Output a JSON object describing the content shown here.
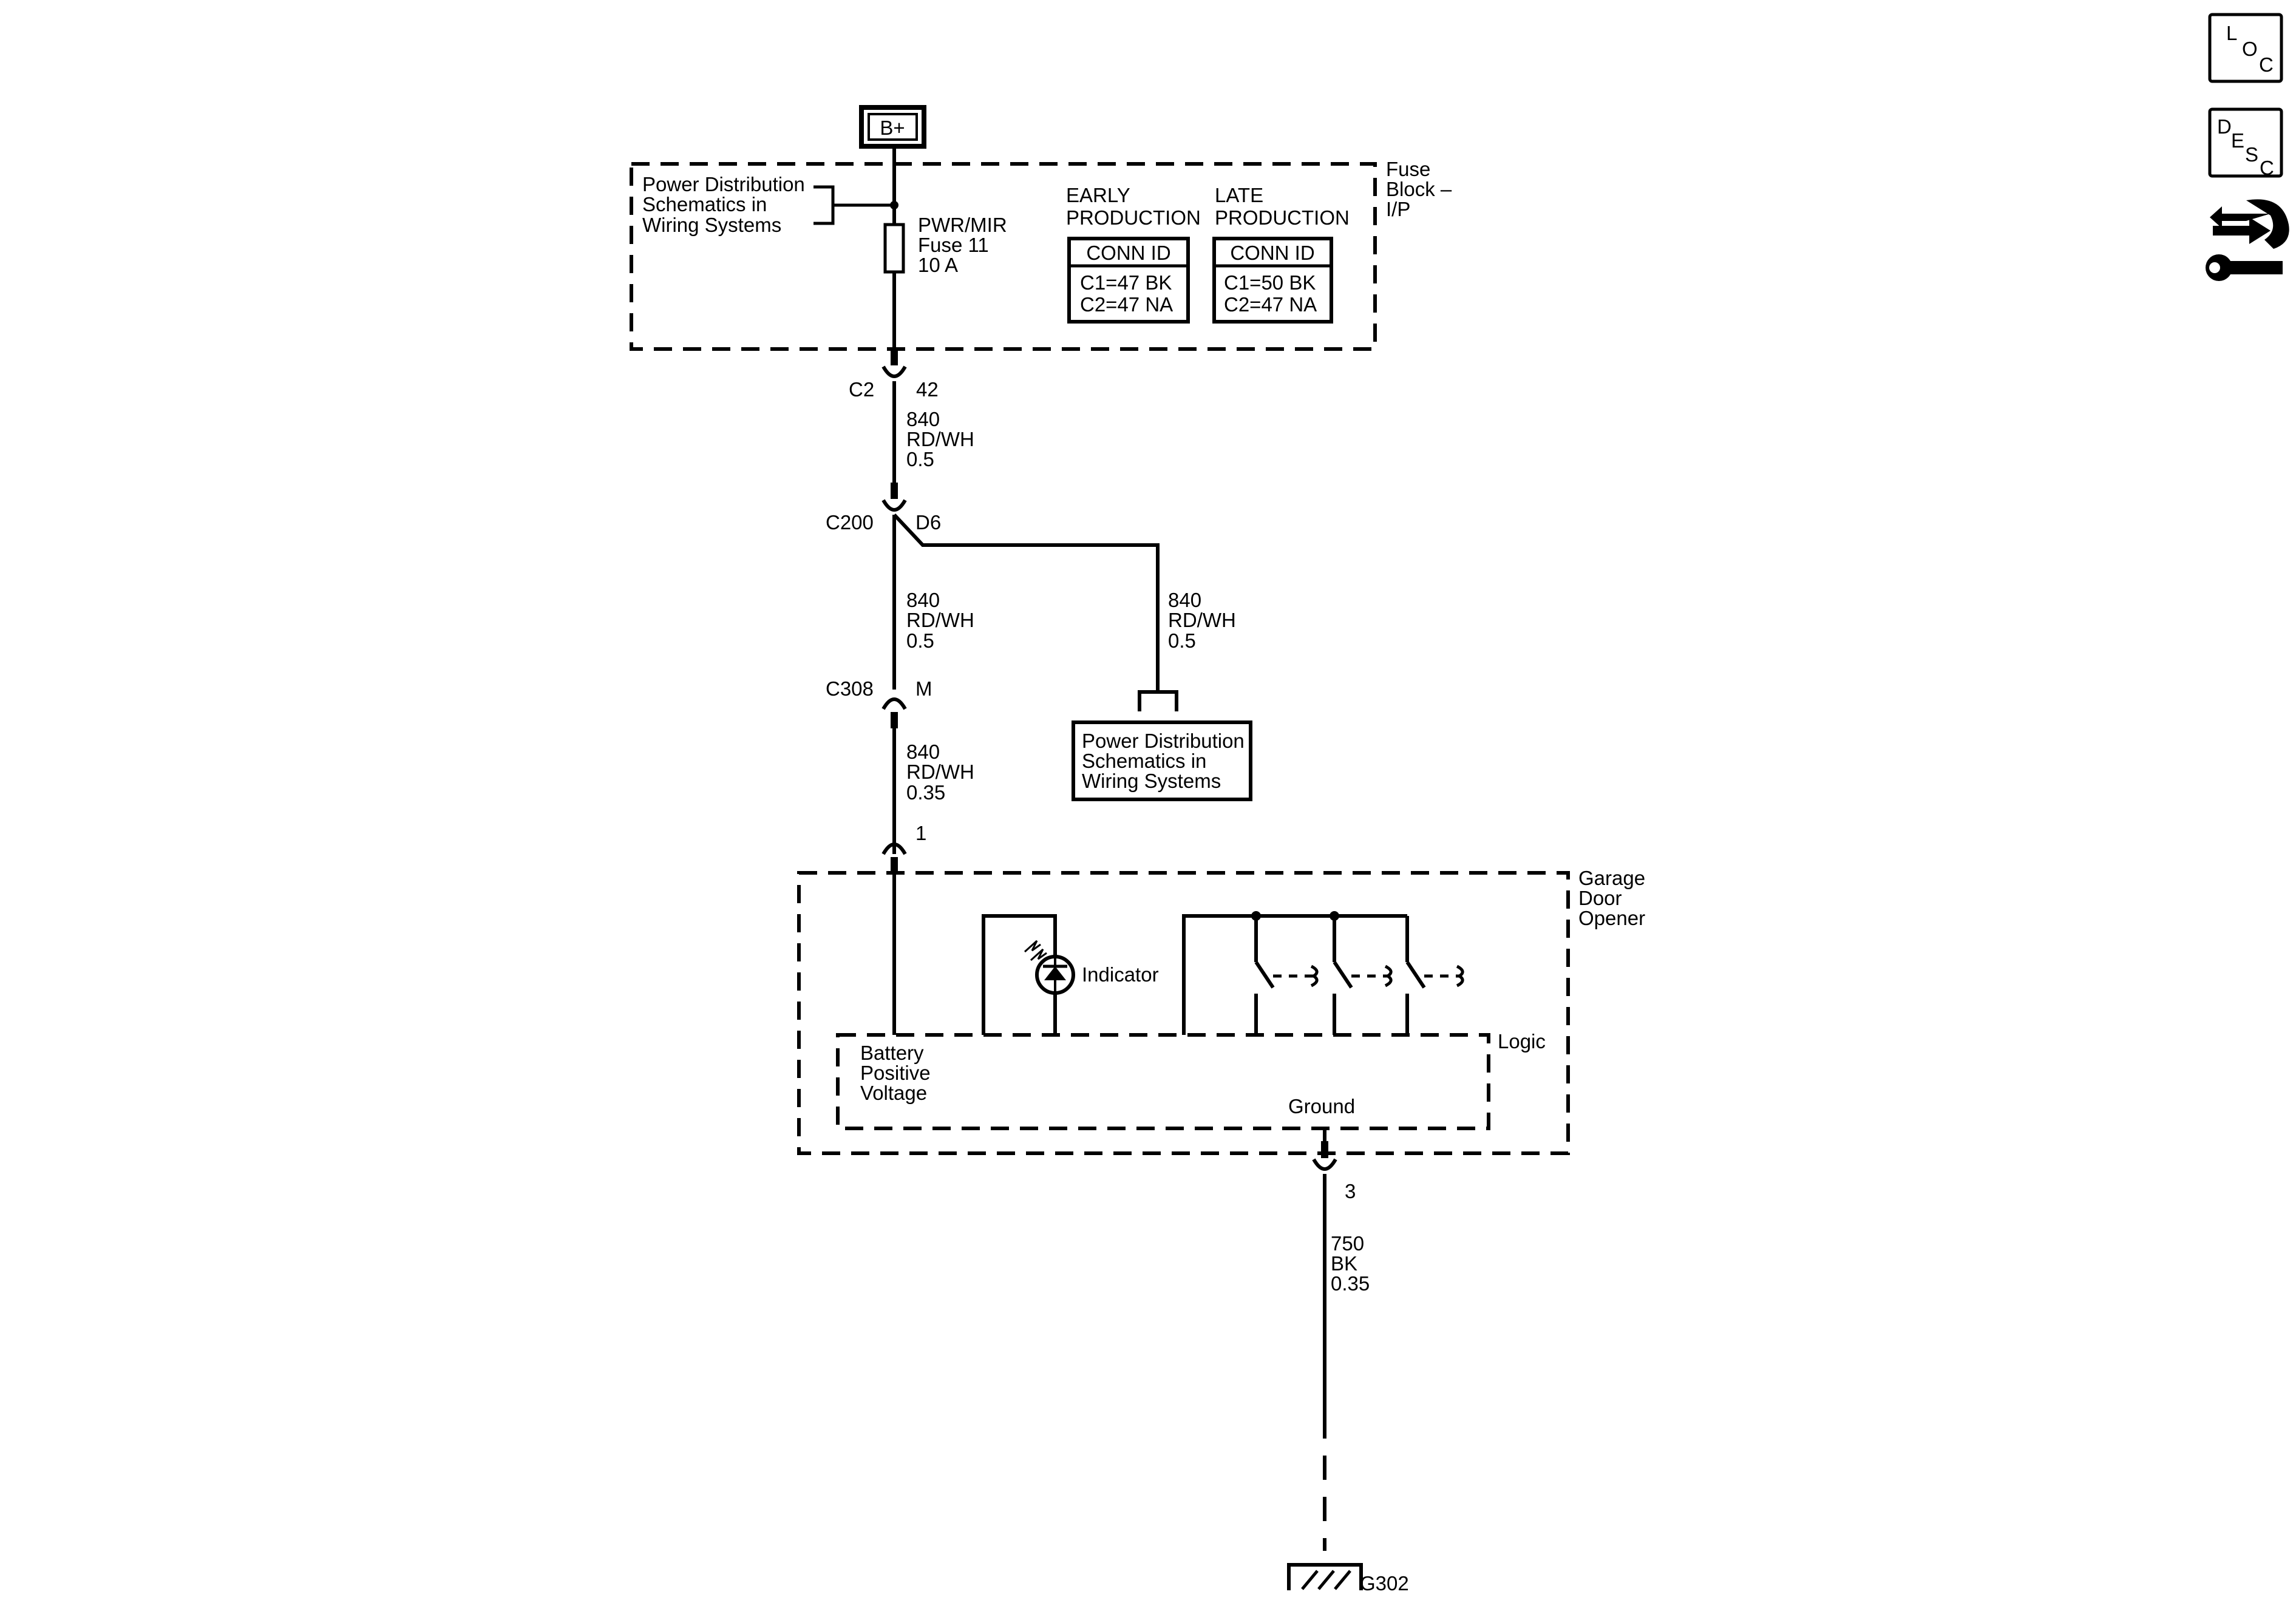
{
  "battery": {
    "label": "B+"
  },
  "fuse_block": {
    "name_lines": [
      "Fuse",
      "Block –",
      "I/P"
    ],
    "ref_lines": [
      "Power Distribution",
      "Schematics in",
      "Wiring  Systems"
    ],
    "fuse_lines": [
      "PWR/MIR",
      "Fuse 11",
      "10 A"
    ],
    "early": {
      "header_lines": [
        "EARLY",
        "PRODUCTION"
      ],
      "table_title": "CONN ID",
      "rows": [
        "C1=47 BK",
        "C2=47 NA"
      ]
    },
    "late": {
      "header_lines": [
        "LATE",
        "PRODUCTION"
      ],
      "table_title": "CONN ID",
      "rows": [
        "C1=50 BK",
        "C2=47 NA"
      ]
    }
  },
  "connectors": {
    "c2": {
      "name": "C2",
      "pin": "42"
    },
    "c200": {
      "name": "C200",
      "pin": "D6"
    },
    "c308": {
      "name": "C308",
      "pin": "M"
    },
    "gdo_in": {
      "pin": "1"
    },
    "gdo_gnd": {
      "pin": "3"
    }
  },
  "wires": {
    "w1": [
      "840",
      "RD/WH",
      "0.5"
    ],
    "w2": [
      "840",
      "RD/WH",
      "0.5"
    ],
    "w_branch": [
      "840",
      "RD/WH",
      "0.5"
    ],
    "w3": [
      "840",
      "RD/WH",
      "0.35"
    ],
    "w_ground": [
      "750",
      "BK",
      "0.35"
    ]
  },
  "branch_ref": {
    "lines": [
      "Power Distribution",
      "Schematics in",
      "Wiring Systems"
    ]
  },
  "garage_door_opener": {
    "name_lines": [
      "Garage",
      "Door",
      "Opener"
    ],
    "indicator": "Indicator",
    "logic": "Logic",
    "battery_lines": [
      "Battery",
      "Positive",
      "Voltage"
    ],
    "ground": "Ground"
  },
  "ground_point": {
    "label": "G302"
  },
  "side_icons": {
    "loc": {
      "letters": [
        "L",
        "O",
        "C"
      ],
      "icon": "location-icon"
    },
    "desc": {
      "letters": [
        "D",
        "E",
        "S",
        "C"
      ],
      "icon": "description-icon"
    },
    "tools": {
      "icon": "connector-repair-icon"
    }
  }
}
